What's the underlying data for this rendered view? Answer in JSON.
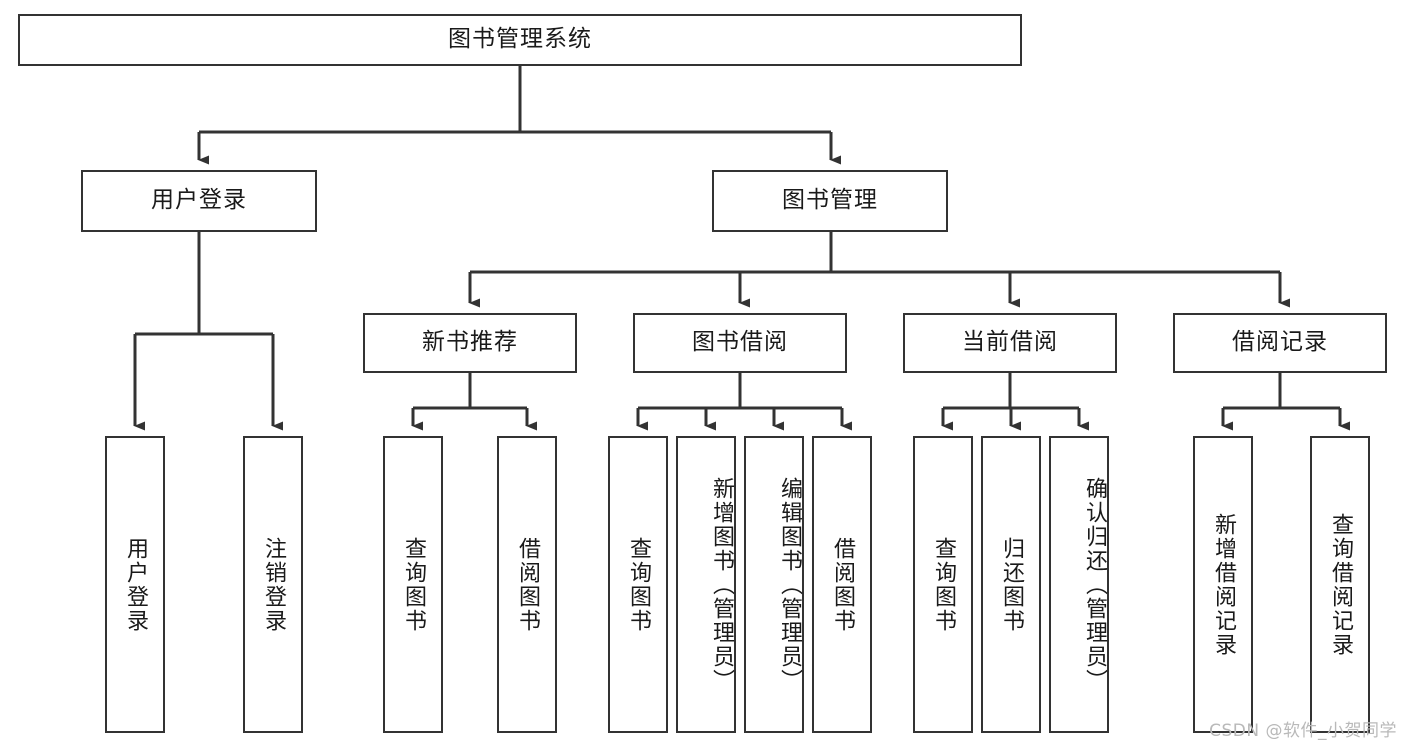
{
  "diagram": {
    "title": "图书管理系统",
    "type": "tree-hierarchy-chart",
    "root": {
      "id": "root",
      "label": "图书管理系统"
    },
    "level2": [
      {
        "id": "user-login",
        "label": "用户登录"
      },
      {
        "id": "book-management",
        "label": "图书管理"
      }
    ],
    "level3": [
      {
        "id": "new-book-recommend",
        "label": "新书推荐",
        "parent": "book-management"
      },
      {
        "id": "book-borrow",
        "label": "图书借阅",
        "parent": "book-management"
      },
      {
        "id": "current-borrow",
        "label": "当前借阅",
        "parent": "book-management"
      },
      {
        "id": "borrow-record",
        "label": "借阅记录",
        "parent": "book-management"
      }
    ],
    "leaves": [
      {
        "id": "leaf-user-login",
        "label": "用户登录",
        "parent": "user-login"
      },
      {
        "id": "leaf-logout-login",
        "label": "注销登录",
        "parent": "user-login"
      },
      {
        "id": "leaf-query-book-1",
        "label": "查询图书",
        "parent": "new-book-recommend"
      },
      {
        "id": "leaf-borrow-book-1",
        "label": "借阅图书",
        "parent": "new-book-recommend"
      },
      {
        "id": "leaf-query-book-2",
        "label": "查询图书",
        "parent": "book-borrow"
      },
      {
        "id": "leaf-add-book",
        "label": "新增图书（管理员）",
        "parent": "book-borrow"
      },
      {
        "id": "leaf-edit-book",
        "label": "编辑图书（管理员）",
        "parent": "book-borrow"
      },
      {
        "id": "leaf-borrow-book-2",
        "label": "借阅图书",
        "parent": "book-borrow"
      },
      {
        "id": "leaf-query-book-3",
        "label": "查询图书",
        "parent": "current-borrow"
      },
      {
        "id": "leaf-return-book",
        "label": "归还图书",
        "parent": "current-borrow"
      },
      {
        "id": "leaf-confirm-return",
        "label": "确认归还（管理员）",
        "parent": "current-borrow"
      },
      {
        "id": "leaf-add-record",
        "label": "新增借阅记录",
        "parent": "borrow-record"
      },
      {
        "id": "leaf-query-record",
        "label": "查询借阅记录",
        "parent": "borrow-record"
      }
    ],
    "watermark": "CSDN @软件_小贺同学",
    "colors": {
      "box_border": "#333333",
      "box_fill": "#ffffff",
      "connector": "#333333",
      "text": "#1a1a1a",
      "watermark": "#b9b9b9",
      "background": "#ffffff"
    }
  }
}
